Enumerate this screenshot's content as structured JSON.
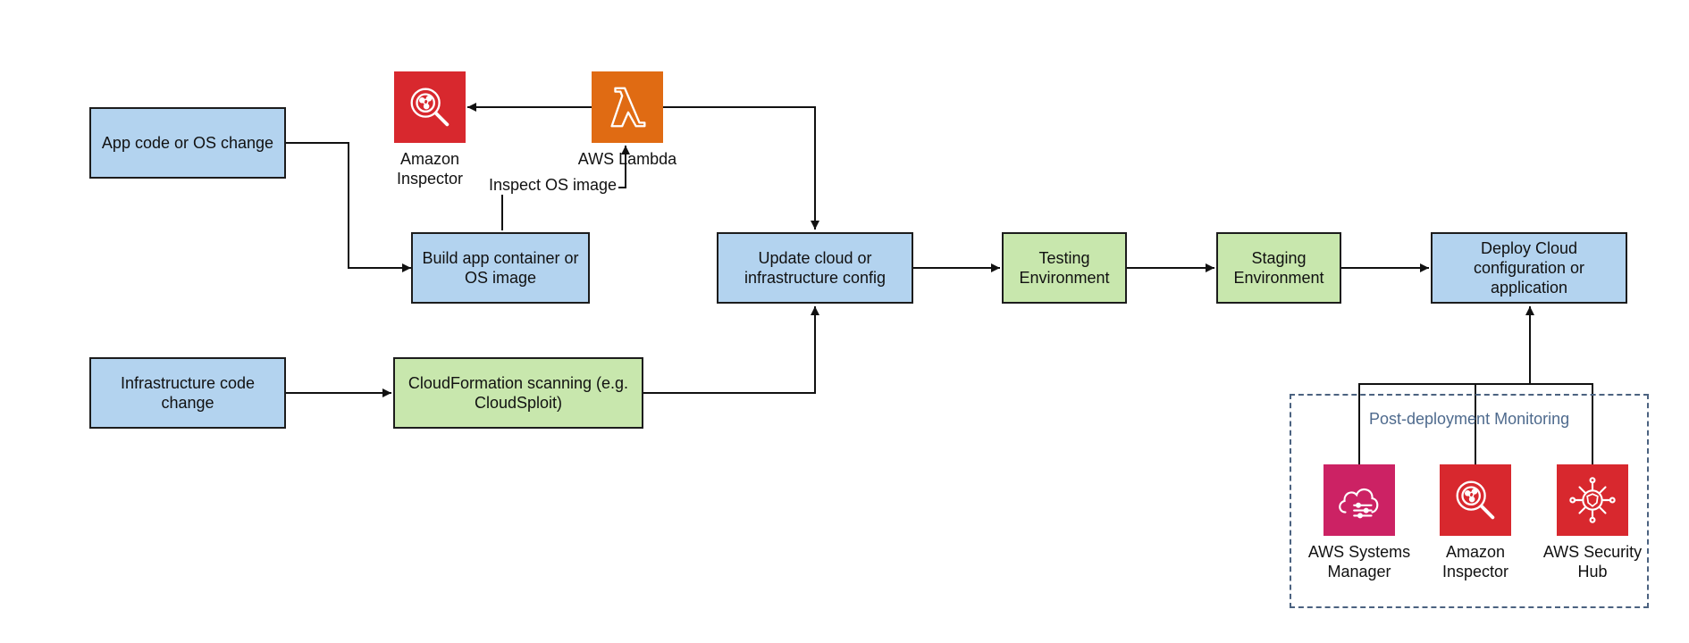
{
  "nodes": {
    "app_code": "App code or OS change",
    "build_image": "Build app container or OS image",
    "infra_code": "Infrastructure code change",
    "cfn_scan": "CloudFormation scanning (e.g. CloudSploit)",
    "update_cloud": "Update cloud or infrastructure config",
    "testing": "Testing Environment",
    "staging": "Staging Environment",
    "deploy": "Deploy Cloud configuration or application"
  },
  "services": {
    "inspector_top": {
      "label": "Amazon Inspector",
      "icon": "amazon-inspector-icon",
      "color": "#d8282e"
    },
    "lambda": {
      "label": "AWS Lambda",
      "icon": "aws-lambda-icon",
      "color": "#e06b13"
    },
    "systems_manager": {
      "label": "AWS Systems Manager",
      "icon": "aws-systems-manager-icon",
      "color": "#cc2264"
    },
    "inspector_bottom": {
      "label": "Amazon Inspector",
      "icon": "amazon-inspector-icon",
      "color": "#d8282e"
    },
    "security_hub": {
      "label": "AWS Security Hub",
      "icon": "aws-security-hub-icon",
      "color": "#d8282e"
    }
  },
  "edge_labels": {
    "inspect_os": "Inspect OS image"
  },
  "group": {
    "label": "Post-deployment Monitoring"
  },
  "colors": {
    "blue_box": "#b3d3ef",
    "green_box": "#c8e7ad",
    "group_text": "#4e6a8d"
  }
}
